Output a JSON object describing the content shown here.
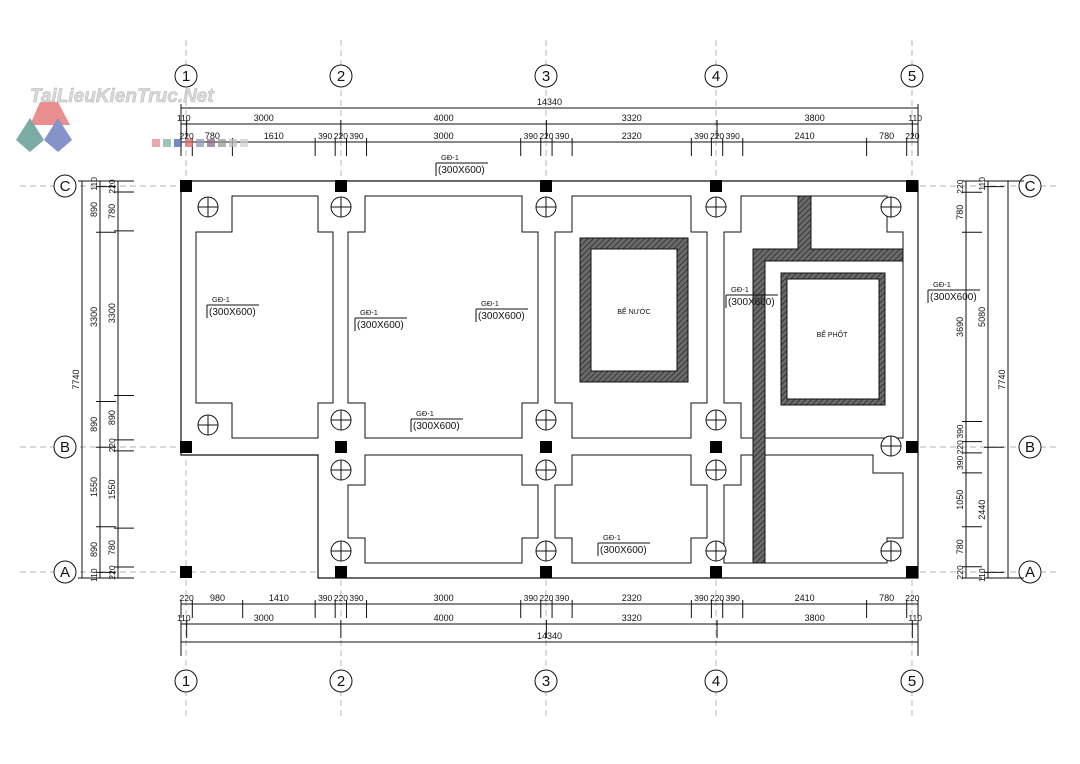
{
  "watermark": {
    "text": "TaiLieuKienTruc.Net",
    "colors": [
      "#e46a6a",
      "#4f8f87",
      "#5b6fb8"
    ]
  },
  "grid": {
    "columns": [
      "1",
      "2",
      "3",
      "4",
      "5"
    ],
    "rows": [
      "C",
      "B",
      "A"
    ]
  },
  "dims": {
    "top_total": [
      "14340"
    ],
    "top_axes": [
      "110",
      "3000",
      "4000",
      "3320",
      "3800",
      "110"
    ],
    "top_detail": [
      "220",
      "780",
      "1610",
      "390",
      "220",
      "390",
      "3000",
      "390",
      "220",
      "390",
      "2320",
      "390",
      "220",
      "390",
      "2410",
      "780",
      "220"
    ],
    "bottom_detail": [
      "220",
      "980",
      "1410",
      "390",
      "220",
      "390",
      "3000",
      "390",
      "220",
      "390",
      "2320",
      "390",
      "220",
      "390",
      "2410",
      "780",
      "220"
    ],
    "bottom_axes": [
      "110",
      "3000",
      "4000",
      "3320",
      "3800",
      "110"
    ],
    "bottom_total": [
      "14340"
    ],
    "left_total": [
      "7740"
    ],
    "left_outer": [
      "110",
      "890",
      "3300",
      "890",
      "1550",
      "890",
      "110"
    ],
    "left_inner": [
      "220",
      "780",
      "3300",
      "890",
      "220",
      "1550",
      "780",
      "220"
    ],
    "right_inner": [
      "220",
      "780",
      "3690",
      "390",
      "220",
      "390",
      "1050",
      "780",
      "220"
    ],
    "right_mid": [
      "110",
      "5080",
      "2440",
      "110"
    ],
    "right_total": [
      "7740"
    ]
  },
  "beam_label": {
    "name": "GĐ-1",
    "size": "(300X600)"
  },
  "rooms": {
    "water_tank": "BỂ NƯỚC",
    "septic_tank": "BỂ PHỐT"
  }
}
